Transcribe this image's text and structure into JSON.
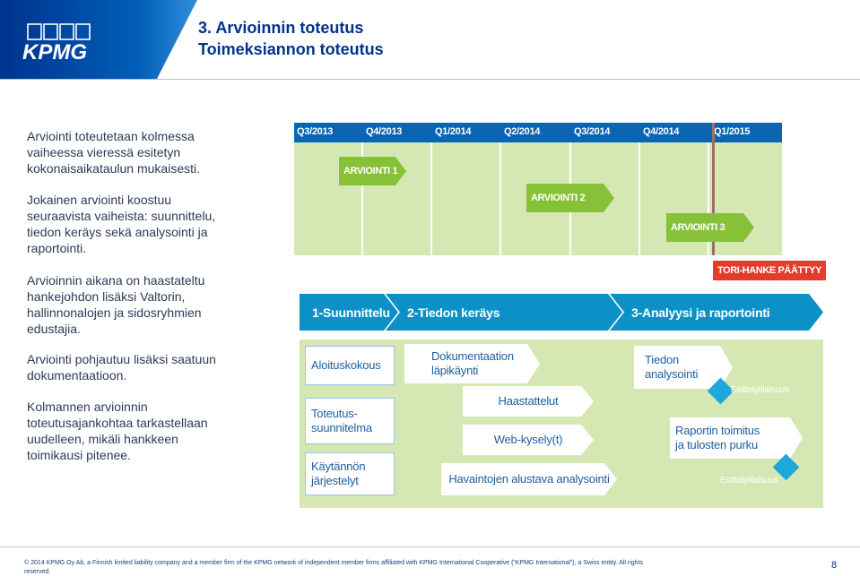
{
  "header": {
    "logo": "KPMG",
    "title_line1": "3. Arvioinnin toteutus",
    "title_line2": "Toimeksiannon toteutus"
  },
  "body_paragraphs": [
    "Arviointi toteutetaan kolmessa vaiheessa vieressä esitetyn kokonaisaikataulun mukaisesti.",
    "Jokainen arviointi koostuu seuraavista vaiheista: suunnittelu, tiedon keräys sekä analysointi ja raportointi.",
    "Arvioinnin aikana on haastateltu hankejohdon lisäksi Valtorin, hallinnonalojen ja sidosryhmien edustajia.",
    "Arviointi pohjautuu lisäksi saatuun dokumentaatioon.",
    "Kolmannen arvioinnin toteutusajankohtaa tarkastellaan uudelleen, mikäli hankkeen toimikausi pitenee."
  ],
  "timeline": {
    "quarters": [
      "Q3/2013",
      "Q4/2013",
      "Q1/2014",
      "Q2/2014",
      "Q3/2014",
      "Q4/2014",
      "Q1/2015"
    ],
    "evaluations": [
      "ARVIOINTI 1",
      "ARVIOINTI 2",
      "ARVIOINTI 3"
    ],
    "end_marker": "TORI-HANKE PÄÄTTYY"
  },
  "phases": [
    "1-Suunnittelu",
    "2-Tiedon keräys",
    "3-Analyysi ja raportointi"
  ],
  "activities": {
    "aloituskokous": "Aloituskokous",
    "toteutussuunnitelma": "Toteutus-\nsuunnitelma",
    "kaytannon": "Käytännön\njärjestelyt",
    "dokumentaatio": "Dokumentaation\nläpikäynti",
    "haastattelut": "Haastattelut",
    "webkysely": "Web-kysely(t)",
    "havaintojen": "Havaintojen alustava analysointi",
    "tiedon_analysointi": "Tiedon\nanalysointi",
    "raportin": "Raportin toimitus\nja tulosten purku",
    "esittelytilaisuus_1": "Esittelytilaisuus",
    "esittelytilaisuus_2": "Esittelytilaisuus"
  },
  "footer": {
    "text": "© 2014 KPMG Oy Ab, a Finnish limited liability company and a member firm of the KPMG network of independent member firms affiliated with KPMG International Cooperative (“KPMG International”), a Swiss entity. All rights reserved.",
    "page": "8"
  },
  "colors": {
    "kpmg_blue": "#00338d",
    "timeline_header": "#0a65b4",
    "timeline_bg": "#d5e8b4",
    "arrow_green": "#87c137",
    "phase_blue": "#0c91c6",
    "end_red": "#e53b2c",
    "marker": "#9e6f6a"
  }
}
